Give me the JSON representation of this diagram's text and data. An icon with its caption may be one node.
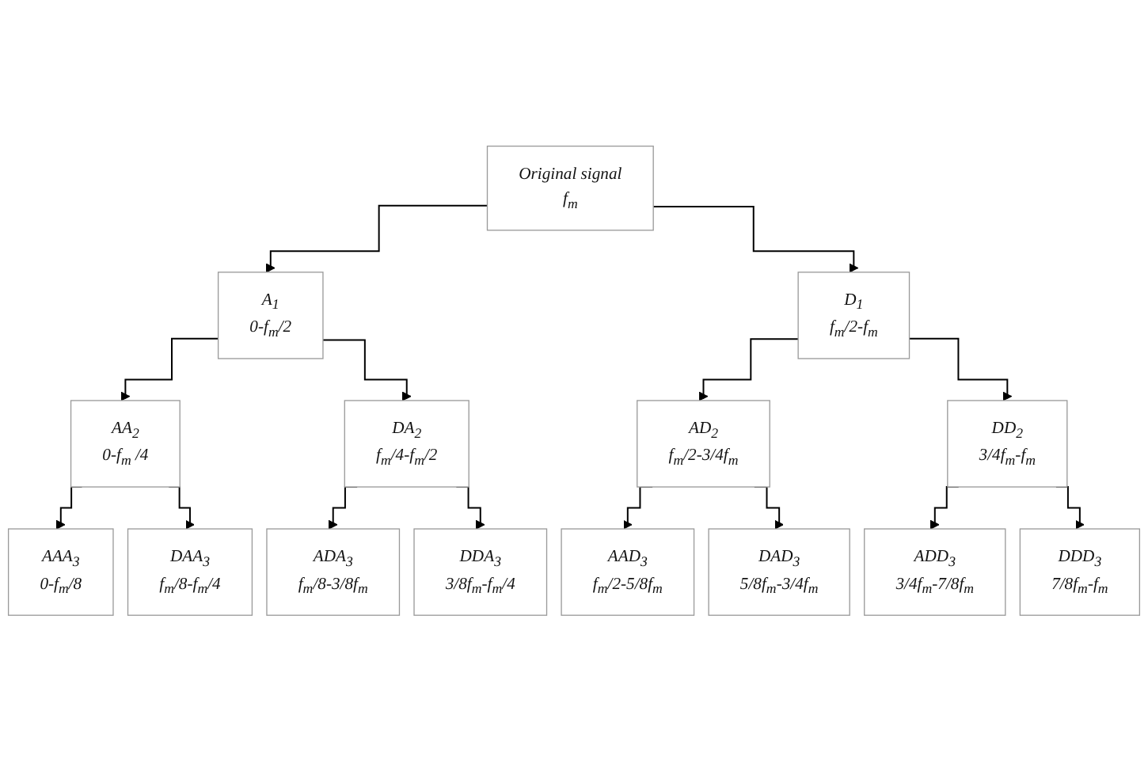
{
  "diagram": {
    "nodes": [
      {
        "text": [
          "Original signal",
          "f$_{m}$"
        ]
      },
      {
        "text": [
          "A$_{1}$",
          "0-f$_{m}$/2"
        ]
      },
      {
        "text": [
          "D$_{1}$",
          "f$_{m}$/2-f$_{m}$"
        ]
      },
      {
        "text": [
          "AA$_{2}$",
          "0-f$_{m}$ /4"
        ]
      },
      {
        "text": [
          "DA$_{2}$",
          "f$_{m}$/4-f$_{m}$/2"
        ]
      },
      {
        "text": [
          "AD$_{2}$",
          "f$_{m}$/2-3/4f$_{m}$"
        ]
      },
      {
        "text": [
          "DD$_{2}$",
          "3/4f$_{m}$-f$_{m}$"
        ]
      },
      {
        "text": [
          "AAA$_{3}$",
          "0-f$_{m}$/8"
        ]
      },
      {
        "text": [
          "DAA$_{3}$",
          "f$_{m}$/8-f$_{m}$/4"
        ]
      },
      {
        "text": [
          "ADA$_{3}$",
          "f$_{m}$/8-3/8f$_{m}$"
        ]
      },
      {
        "text": [
          "DDA$_{3}$",
          "3/8f$_{m}$-f$_{m}$/4"
        ]
      },
      {
        "text": [
          "AAD$_{3}$",
          "f$_{m}$/2-5/8f$_{m}$"
        ]
      },
      {
        "text": [
          "DAD$_{3}$",
          "5/8f$_{m}$-3/4f$_{m}$"
        ]
      },
      {
        "text": [
          "ADD$_{3}$",
          "3/4f$_{m}$-7/8f$_{m}$"
        ]
      },
      {
        "text": [
          "DDD$_{3}$",
          "7/8f$_{m}$-f$_{m}$"
        ]
      }
    ],
    "edges": [
      {
        "from": 0,
        "to": 1,
        "arrow": "to"
      },
      {
        "from": 0,
        "to": 2,
        "arrow": "to"
      },
      {
        "from": 1,
        "to": 3,
        "arrow": "to"
      },
      {
        "from": 1,
        "to": 4,
        "arrow": "to"
      },
      {
        "from": 2,
        "to": 5,
        "arrow": "to"
      },
      {
        "from": 2,
        "to": 6,
        "arrow": "to"
      },
      {
        "from": 3,
        "to": 7,
        "arrow": "to"
      },
      {
        "from": 3,
        "to": 8,
        "arrow": "to"
      },
      {
        "from": 4,
        "to": 9,
        "arrow": "to"
      },
      {
        "from": 4,
        "to": 10,
        "arrow": "to"
      },
      {
        "from": 5,
        "to": 11,
        "arrow": "to"
      },
      {
        "from": 5,
        "to": 12,
        "arrow": "to"
      },
      {
        "from": 6,
        "to": 13,
        "arrow": "to"
      },
      {
        "from": 6,
        "to": 14,
        "arrow": "to"
      }
    ]
  }
}
